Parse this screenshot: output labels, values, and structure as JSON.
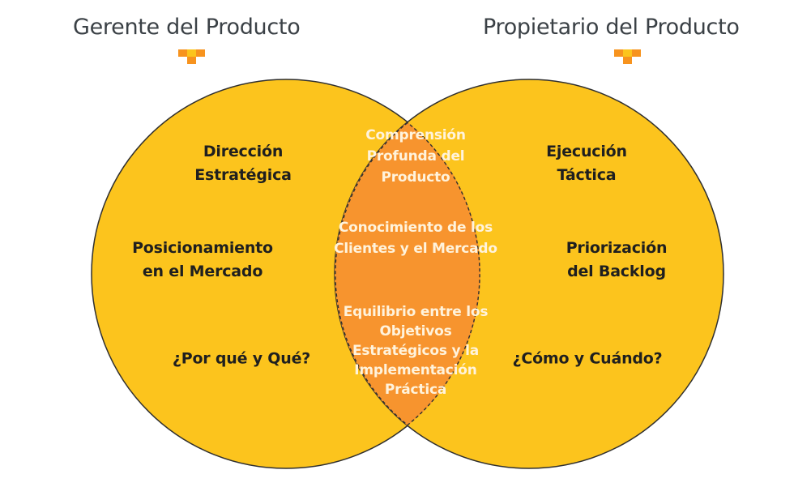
{
  "left_title": "Gerente del Producto",
  "right_title": "Propietario del Producto",
  "left_items": [
    [
      "Dirección",
      "Estratégica"
    ],
    [
      "Posicionamiento",
      "en el Mercado"
    ],
    [
      "¿Por qué y Qué?"
    ]
  ],
  "right_items": [
    [
      "Ejecución",
      "Táctica"
    ],
    [
      "Priorización",
      "del Backlog"
    ],
    [
      "¿Cómo y Cuándo?"
    ]
  ],
  "overlap_items": [
    [
      "Comprensión",
      "Profunda del",
      "Producto"
    ],
    [
      "Conocimiento de los",
      "Clientes y el Mercado"
    ],
    [
      "Equilibrio entre los",
      "Objetivos",
      "Estratégicos y la",
      "Implementación",
      "Práctica"
    ]
  ],
  "colors": {
    "circle_fill": "#fcc41d",
    "circle_stroke": "#2f2f2f",
    "overlap_fill": "#f7942e",
    "heading_text": "#3b4146",
    "marker_orange": "#f7931e",
    "marker_light": "#fcc41d"
  },
  "icons": {
    "title_marker": "checker-v-icon"
  }
}
